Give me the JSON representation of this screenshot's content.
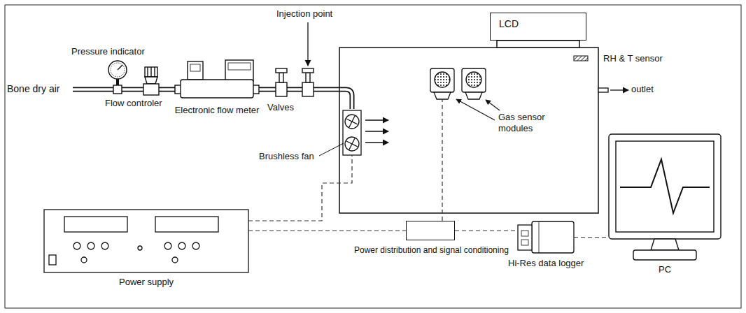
{
  "diagram": {
    "nodes": [
      {
        "text": [
          "Electronic flow meter"
        ]
      },
      {
        "text": [
          "LCD"
        ]
      },
      {
        "text": [
          "Power supply"
        ]
      },
      {
        "text": [
          "Power distribution and signal conditioning"
        ]
      },
      {
        "text": [
          "Hi-Res data logger"
        ]
      },
      {
        "text": [
          "PC"
        ]
      }
    ],
    "edges": [
      {
        "from": 2,
        "to": 3,
        "arrow": "none"
      },
      {
        "from": 3,
        "to": 4,
        "arrow": "none"
      },
      {
        "from": 4,
        "to": 5,
        "arrow": "none"
      }
    ],
    "labels": [
      "Bone dry air",
      "Pressure indicator",
      "Flow controler",
      "Valves",
      "Injection point",
      "RH & T sensor",
      "outlet",
      "Gas sensor modules",
      "Brushless fan"
    ]
  }
}
